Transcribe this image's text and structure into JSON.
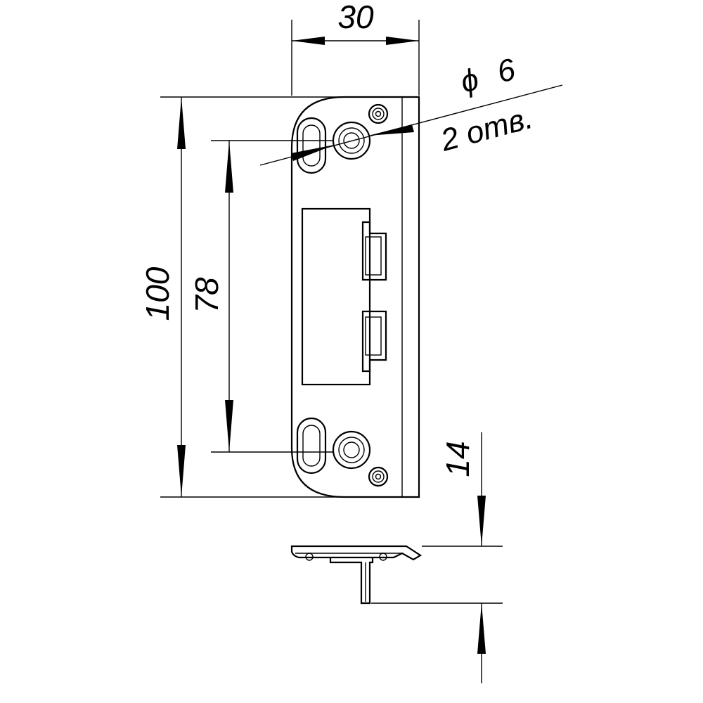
{
  "dimensions": {
    "width": "30",
    "total_height": "100",
    "hole_spacing": "78",
    "depth": "14"
  },
  "hole_note": {
    "diameter_symbol": "ϕ",
    "diameter_value": "6",
    "quantity": "2 отв."
  }
}
